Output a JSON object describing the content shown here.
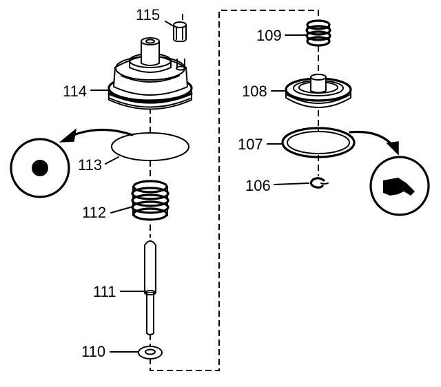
{
  "labels": {
    "p106": "106",
    "p107": "107",
    "p108": "108",
    "p109": "109",
    "p110": "110",
    "p111": "111",
    "p112": "112",
    "p113": "113",
    "p114": "114",
    "p115": "115"
  },
  "icons": {
    "discard_symbol": "circle-with-dot-icon",
    "lubricate_symbol": "hand-pointing-icon"
  }
}
